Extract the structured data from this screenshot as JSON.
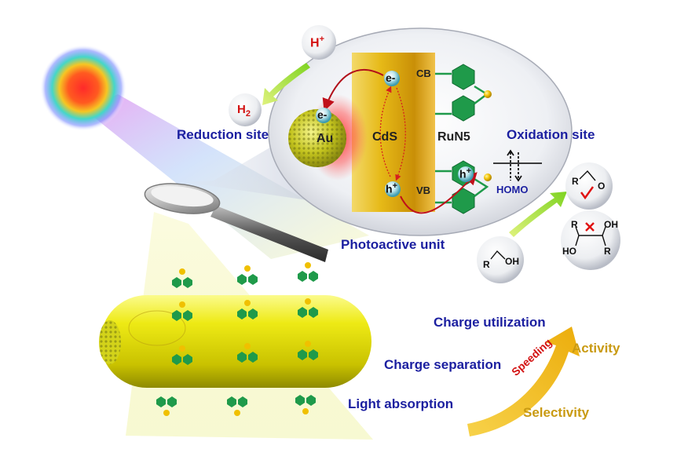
{
  "labels": {
    "h_plus": "H",
    "h_plus_sup": "+",
    "h2": "H",
    "h2_sub": "2",
    "reduction_site": "Reduction site",
    "oxidation_site": "Oxidation site",
    "photoactive_unit": "Photoactive unit",
    "au": "Au",
    "cds": "CdS",
    "run5": "RuN5",
    "cb": "CB",
    "vb": "VB",
    "homo": "HOMO",
    "electron": "e",
    "electron_sup": "-",
    "hole": "h",
    "hole_sup": "+",
    "electron2": "e-",
    "hole2": "h",
    "hole2_sup": "+",
    "aldehyde_r": "R",
    "aldehyde_o": "O",
    "diol_r1": "R",
    "diol_oh1": "OH",
    "diol_ho": "HO",
    "diol_r2": "R",
    "alcohol_r": "R",
    "alcohol_oh": "OH"
  },
  "process": {
    "light_absorption": "Light absorption",
    "charge_separation": "Charge separation",
    "charge_utilization": "Charge utilization",
    "speeding": "Speeding",
    "activity": "Activity",
    "selectivity": "Selectivity"
  },
  "colors": {
    "blue_text": "#1b1fa0",
    "gold_text": "#c99a12",
    "cds_gold": "#e2b612",
    "green_ligand": "#1f9a4a",
    "rod_yellow": "#e8e20a"
  }
}
